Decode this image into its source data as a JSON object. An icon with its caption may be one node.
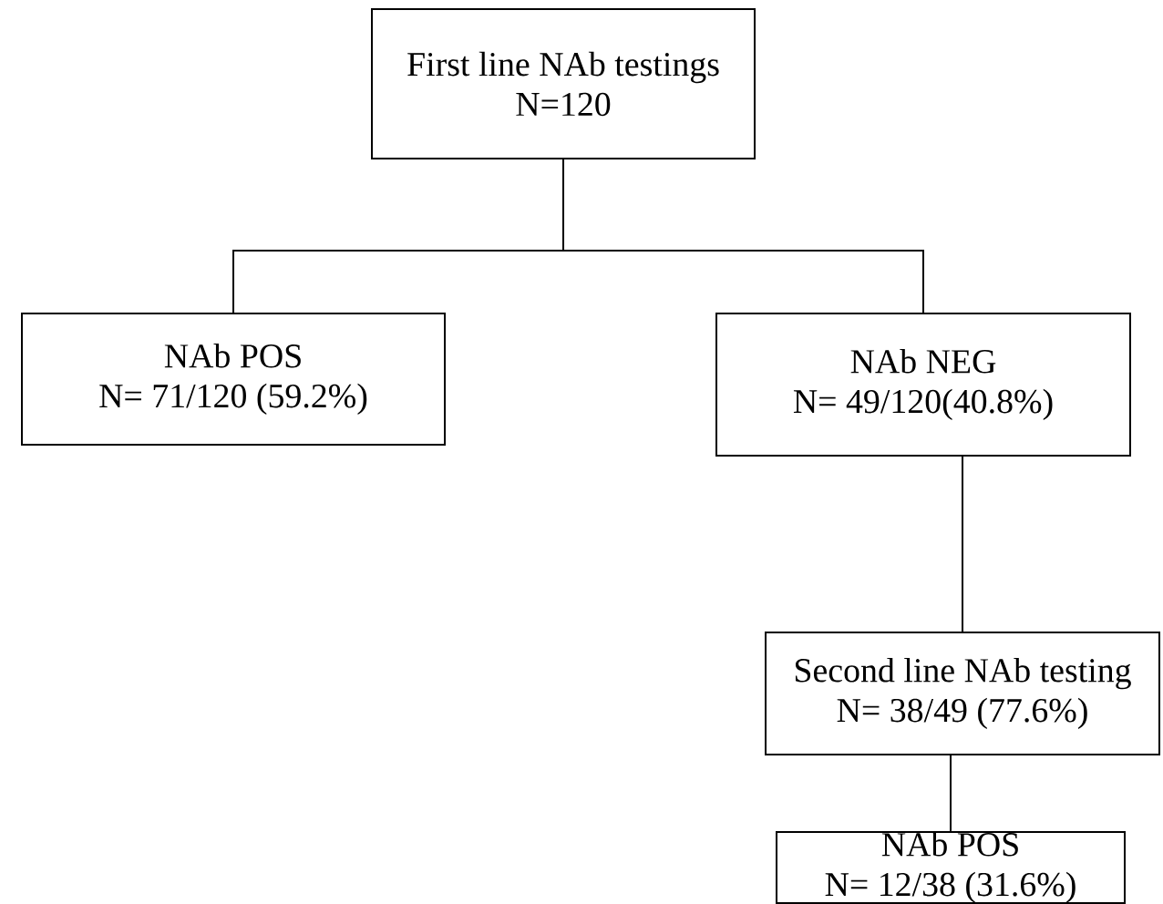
{
  "diagram": {
    "nodes": [
      {
        "text": [
          "First line NAb testings",
          "N=120"
        ]
      },
      {
        "text": [
          "NAb POS",
          "N= 71/120 (59.2%)"
        ]
      },
      {
        "text": [
          "NAb NEG",
          "N= 49/120(40.8%)"
        ]
      },
      {
        "text": [
          "Second line NAb testing",
          "N= 38/49 (77.6%)"
        ]
      },
      {
        "text": [
          "NAb POS",
          "N= 12/38 (31.6%)"
        ]
      }
    ],
    "edges": [
      {
        "from": 0,
        "to": 1,
        "arrow": "none"
      },
      {
        "from": 0,
        "to": 2,
        "arrow": "none"
      },
      {
        "from": 2,
        "to": 3,
        "arrow": "none"
      },
      {
        "from": 3,
        "to": 4,
        "arrow": "none"
      }
    ]
  }
}
